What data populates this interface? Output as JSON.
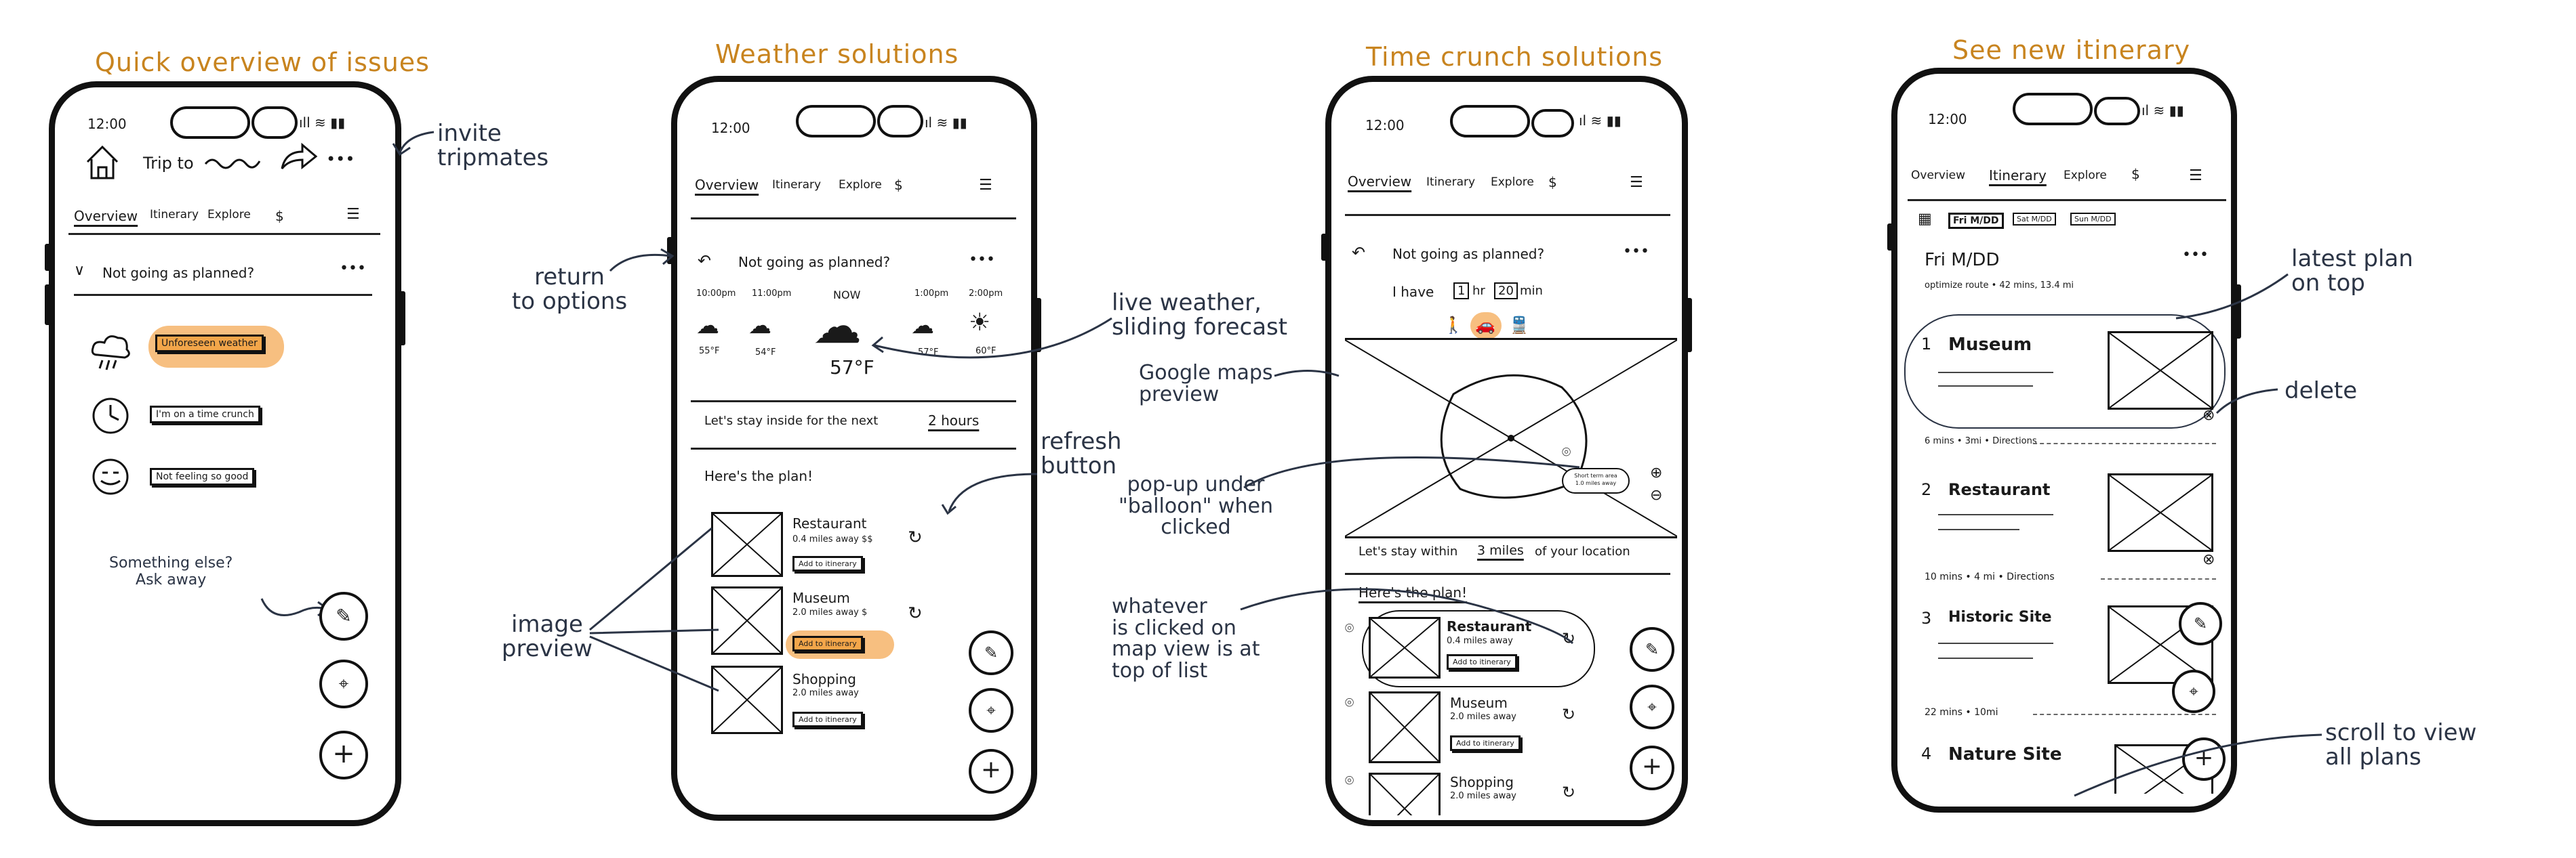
{
  "titles": {
    "p1": "Quick overview of issues",
    "p2": "Weather solutions",
    "p3": "Time crunch solutions",
    "p4": "See new itinerary"
  },
  "notes": {
    "invite": "invite\ntripmates",
    "return": "return\nto options",
    "live_weather": "live weather,\nsliding forecast",
    "google_maps": "Google maps\npreview",
    "refresh": "refresh\nbutton",
    "popup": "pop-up under\n\"balloon\" when\nclicked",
    "image_preview": "image\npreview",
    "whatever": "whatever\nis clicked on\nmap view is at\ntop of list",
    "latest_plan": "latest plan\non top",
    "delete": "delete",
    "scroll": "scroll to view\nall plans"
  },
  "phone": {
    "time": "12:00",
    "tabs": {
      "overview": "Overview",
      "itinerary": "Itinerary",
      "explore": "Explore",
      "dollar": "$"
    }
  },
  "screen1": {
    "trip_to": "Trip to",
    "dots": "•••",
    "heading": "Not going as planned?",
    "options": [
      "Unforeseen weather",
      "I'm on a time crunch",
      "Not feeling so good"
    ],
    "ask": "Something else?\nAsk away"
  },
  "screen2": {
    "heading": "Not going as planned?",
    "forecast": [
      {
        "time": "10:00pm",
        "temp": "55°F"
      },
      {
        "time": "11:00pm",
        "temp": "54°F"
      },
      {
        "time": "NOW",
        "temp": "57°F"
      },
      {
        "time": "1:00pm",
        "temp": "57°F"
      },
      {
        "time": "2:00pm",
        "temp": "60°F"
      }
    ],
    "stay_inside": "Let's stay inside for the next",
    "hours": "2 hours",
    "plan": "Here's the plan!",
    "items": [
      {
        "name": "Restaurant",
        "meta": "0.4 miles away  $$",
        "btn": "Add to itinerary"
      },
      {
        "name": "Museum",
        "meta": "2.0 miles away  $",
        "btn": "Add to itinerary"
      },
      {
        "name": "Shopping",
        "meta": "2.0 miles away",
        "btn": "Add to itinerary"
      }
    ]
  },
  "screen3": {
    "heading": "Not going as planned?",
    "i_have": "I have",
    "hr_val": "1",
    "hr_unit": "hr",
    "min_val": "20",
    "min_unit": "min",
    "popup": "Short term area\n1.0 miles away",
    "stay_within": "Let's stay within",
    "miles": "3 miles",
    "of_location": "of your location",
    "plan": "Here's the plan!",
    "items": [
      {
        "name": "Restaurant",
        "meta": "0.4 miles away",
        "btn": "Add to itinerary"
      },
      {
        "name": "Museum",
        "meta": "2.0 miles away",
        "btn": "Add to itinerary"
      },
      {
        "name": "Shopping",
        "meta": "2.0 miles away",
        "btn": ""
      }
    ]
  },
  "screen4": {
    "days": [
      "Fri M/DD",
      "Sat M/DD",
      "Sun M/DD"
    ],
    "date_heading": "Fri M/DD",
    "optimize": "optimize route  •  42 mins, 13.4 mi",
    "stops": [
      {
        "num": "1",
        "name": "Museum",
        "travel": "6 mins • 3mi • Directions"
      },
      {
        "num": "2",
        "name": "Restaurant",
        "travel": "10 mins • 4 mi • Directions"
      },
      {
        "num": "3",
        "name": "Historic Site",
        "travel": "22 mins • 10mi"
      },
      {
        "num": "4",
        "name": "Nature Site",
        "travel": ""
      }
    ]
  },
  "colors": {
    "accent": "#c8841f",
    "highlight": "#f3a64a",
    "ink": "#111111",
    "note": "#2b3445"
  }
}
